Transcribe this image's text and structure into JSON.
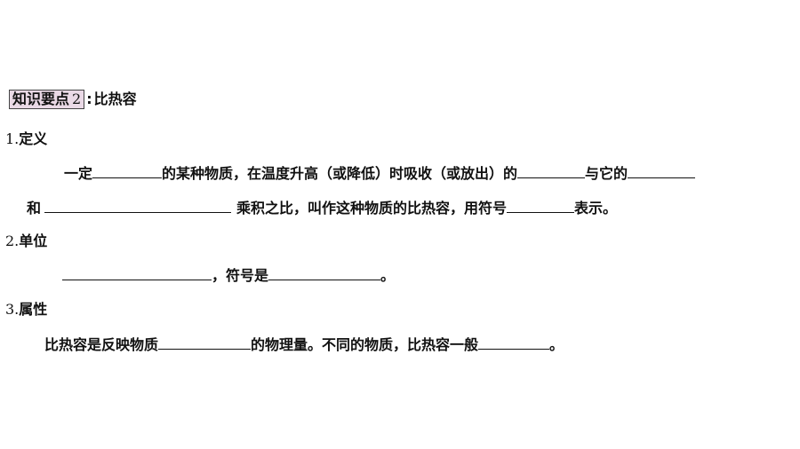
{
  "section": {
    "tag_label": "知识要点",
    "tag_number": "2",
    "colon": ":",
    "title": "比热容"
  },
  "item1": {
    "number": "1.",
    "heading": "定义",
    "line1": {
      "t1": "一定",
      "t2": "的某种物质，在温度升高（或降低）时吸收（或放出）的",
      "t3": "与它的"
    },
    "line2": {
      "t1": "和",
      "t2": "乘积之比，叫作这种物质的比热容，用符号",
      "t3": "表示。"
    }
  },
  "item2": {
    "number": "2.",
    "heading": "单位",
    "line": {
      "t1": "，符号是",
      "t2": "。"
    }
  },
  "item3": {
    "number": "3.",
    "heading": "属性",
    "line": {
      "t1": "比热容是反映物质",
      "t2": "的物理量。不同的物质，比热容一般",
      "t3": "。"
    }
  }
}
